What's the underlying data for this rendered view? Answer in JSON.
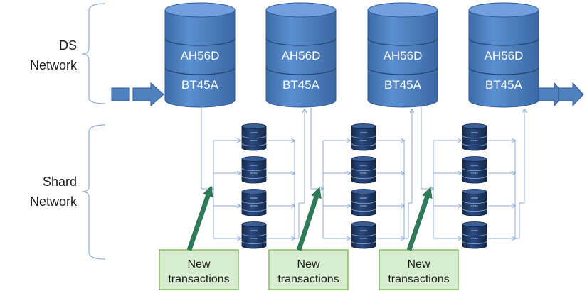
{
  "sections": {
    "ds_label": [
      "DS",
      "Network"
    ],
    "shard_label": [
      "Shard",
      "Network"
    ]
  },
  "ds_blocks": [
    {
      "row1": "AH56D",
      "row2": "BT45A"
    },
    {
      "row1": "AH56D",
      "row2": "BT45A"
    },
    {
      "row1": "AH56D",
      "row2": "BT45A"
    },
    {
      "row1": "AH56D",
      "row2": "BT45A"
    }
  ],
  "shard_node_labels": {
    "row1": "AH56D",
    "row2": "BT45A"
  },
  "shard_groups": 3,
  "nodes_per_group": 4,
  "new_tx_label": [
    "New",
    "transactions"
  ],
  "colors": {
    "db_body": "#4f81bd",
    "db_top": "#5b8fd0",
    "db_dark": "#27476e",
    "small_db": "#1f3864",
    "arrow_fill": "#4f81bd",
    "box_fill": "#d6eecf",
    "box_border": "#70ad47",
    "green_arrow": "#2e7d5a",
    "lines": "#8eaadb",
    "brace": "#8eaadb"
  }
}
